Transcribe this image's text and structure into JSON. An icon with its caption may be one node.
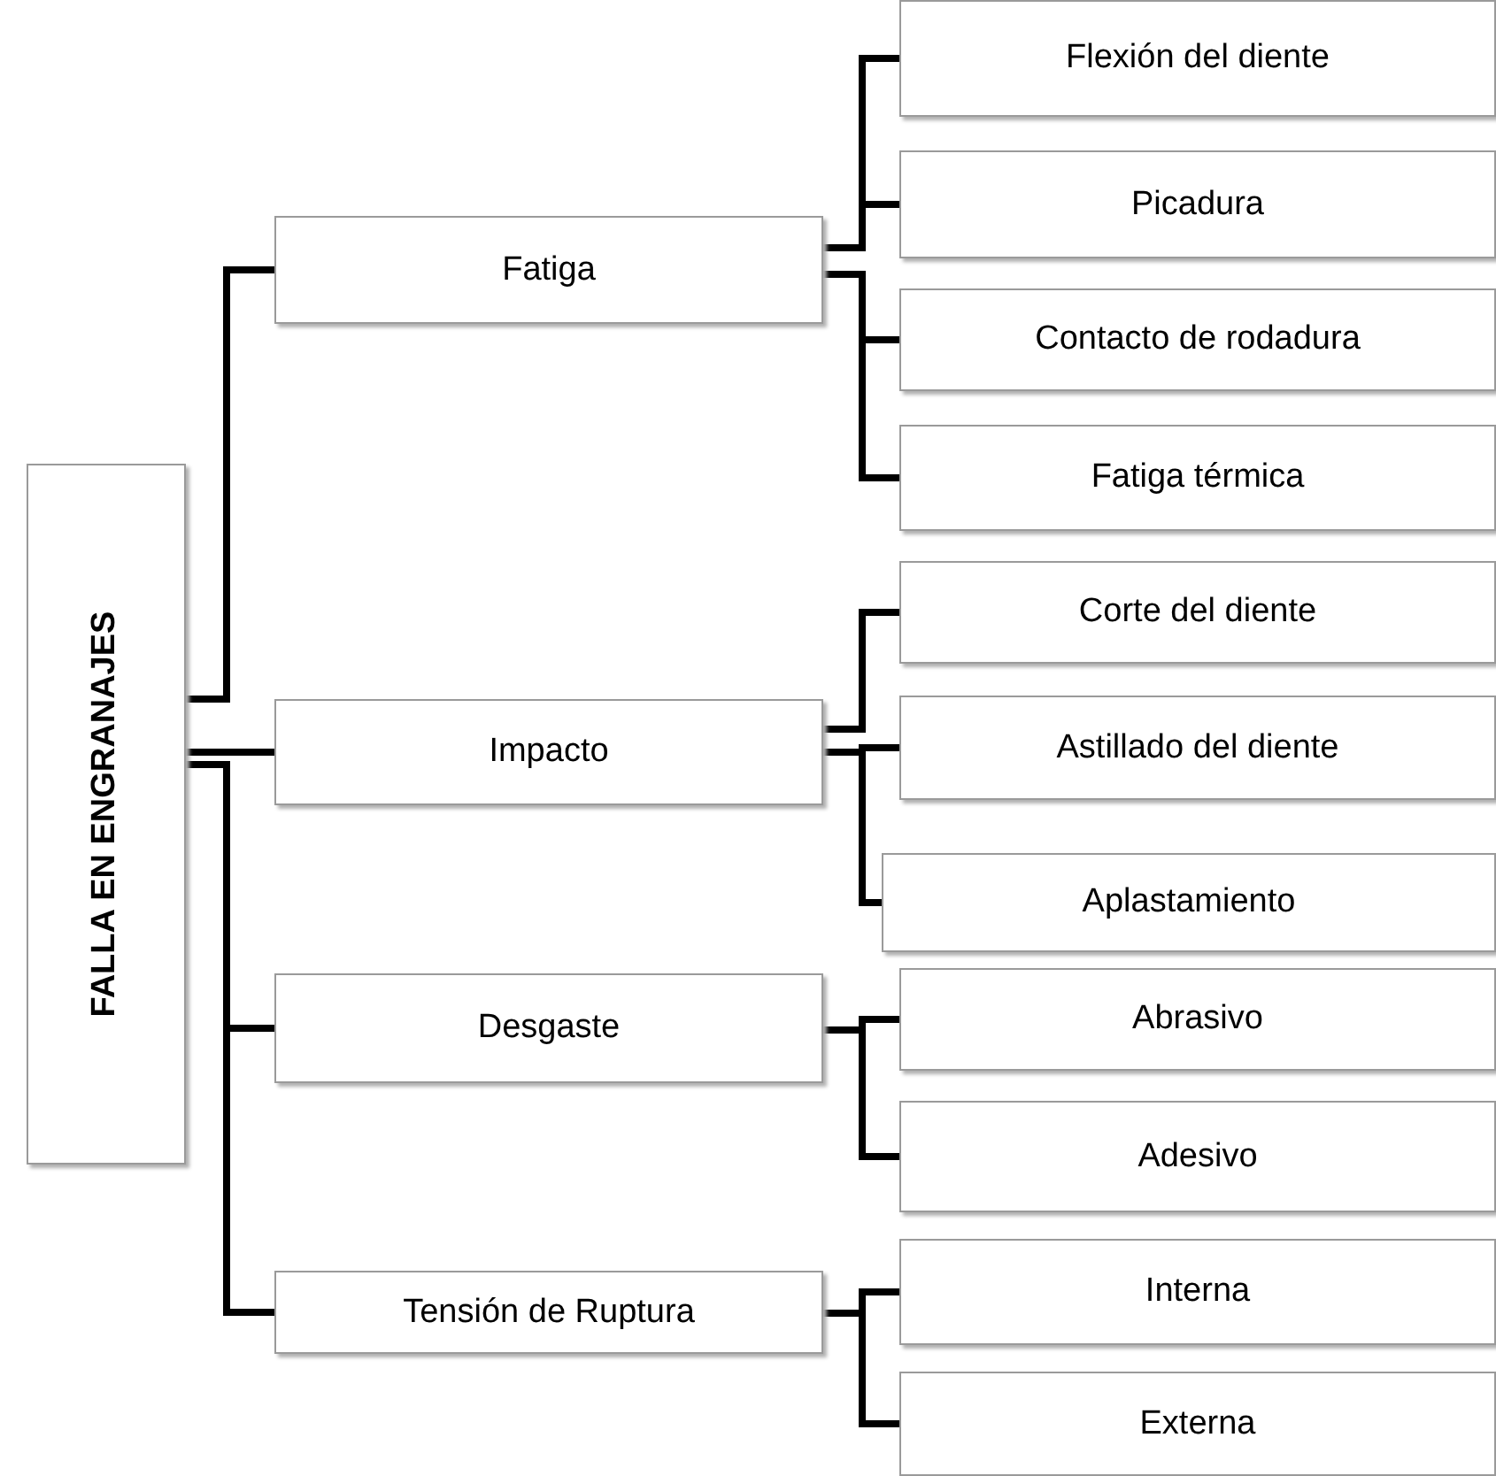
{
  "diagram": {
    "nodes": [
      {
        "text": [
          "FALLA EN ENGRANAJES"
        ]
      },
      {
        "text": [
          "Fatiga"
        ]
      },
      {
        "text": [
          "Flexión del diente"
        ]
      },
      {
        "text": [
          "Picadura"
        ]
      },
      {
        "text": [
          "Contacto de rodadura"
        ]
      },
      {
        "text": [
          "Fatiga térmica"
        ]
      },
      {
        "text": [
          "Impacto"
        ]
      },
      {
        "text": [
          "Corte del diente"
        ]
      },
      {
        "text": [
          "Astillado del diente"
        ]
      },
      {
        "text": [
          "Aplastamiento"
        ]
      },
      {
        "text": [
          "Desgaste"
        ]
      },
      {
        "text": [
          "Abrasivo"
        ]
      },
      {
        "text": [
          "Adesivo"
        ]
      },
      {
        "text": [
          "Tensión de Ruptura"
        ]
      },
      {
        "text": [
          "Interna"
        ]
      },
      {
        "text": [
          "Externa"
        ]
      }
    ],
    "edges": [
      {
        "from": 0,
        "to": 1,
        "arrow": "none"
      },
      {
        "from": 0,
        "to": 6,
        "arrow": "none"
      },
      {
        "from": 0,
        "to": 10,
        "arrow": "none"
      },
      {
        "from": 0,
        "to": 13,
        "arrow": "none"
      },
      {
        "from": 1,
        "to": 2,
        "arrow": "none"
      },
      {
        "from": 1,
        "to": 3,
        "arrow": "none"
      },
      {
        "from": 1,
        "to": 4,
        "arrow": "none"
      },
      {
        "from": 1,
        "to": 5,
        "arrow": "none"
      },
      {
        "from": 6,
        "to": 7,
        "arrow": "none"
      },
      {
        "from": 6,
        "to": 8,
        "arrow": "none"
      },
      {
        "from": 6,
        "to": 9,
        "arrow": "none"
      },
      {
        "from": 10,
        "to": 11,
        "arrow": "none"
      },
      {
        "from": 10,
        "to": 12,
        "arrow": "none"
      },
      {
        "from": 13,
        "to": 14,
        "arrow": "none"
      },
      {
        "from": 13,
        "to": 15,
        "arrow": "none"
      }
    ]
  }
}
